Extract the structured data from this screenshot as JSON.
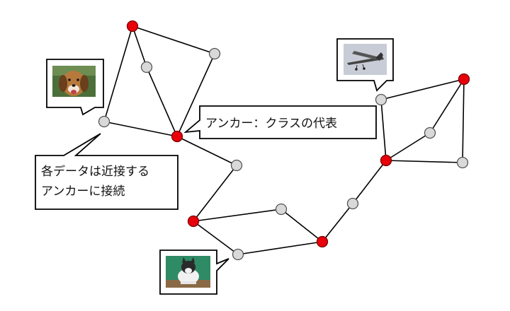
{
  "labels": {
    "anchor_callout": "アンカー：クラスの代表",
    "data_callout_line1": "各データは近接する",
    "data_callout_line2": "アンカーに接続"
  },
  "images": {
    "dog": "dog-photo",
    "airplane": "airplane-photo",
    "cat": "cat-photo"
  },
  "colors": {
    "anchor": "#e8000b",
    "data_point": "#d9d9d9",
    "edge": "#000000"
  }
}
